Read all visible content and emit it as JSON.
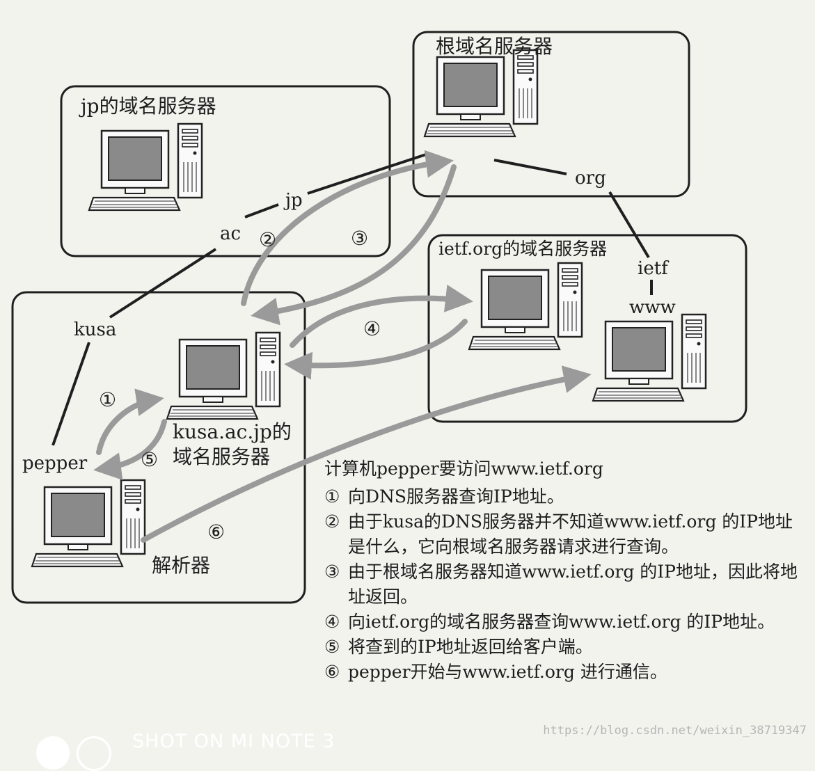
{
  "boxes": {
    "root": "根域名服务器",
    "jp": "jp的域名服务器",
    "ietf": "ietf.org的域名服务器",
    "kusa": "kusa.ac.jp的",
    "kusa_line2": "域名服务器"
  },
  "nodes": {
    "jp": "jp",
    "ac": "ac",
    "kusa": "kusa",
    "pepper": "pepper",
    "org": "org",
    "ietf": "ietf",
    "www": "www",
    "resolver": "解析器"
  },
  "steps": [
    "①",
    "②",
    "③",
    "④",
    "⑤",
    "⑥"
  ],
  "legend": {
    "intro": "计算机pepper要访问www.ietf.org",
    "items": [
      {
        "num": "①",
        "text": "向DNS服务器查询IP地址。"
      },
      {
        "num": "②",
        "text": "由于kusa的DNS服务器并不知道www.ietf.org 的IP地址是什么，它向根域名服务器请求进行查询。"
      },
      {
        "num": "③",
        "text": "由于根域名服务器知道www.ietf.org 的IP地址，因此将地址返回。"
      },
      {
        "num": "④",
        "text": "向ietf.org的域名服务器查询www.ietf.org 的IP地址。"
      },
      {
        "num": "⑤",
        "text": "将查到的IP地址返回给客户端。"
      },
      {
        "num": "⑥",
        "text": "pepper开始与www.ietf.org  进行通信。"
      }
    ]
  },
  "watermark": "https://blog.csdn.net/weixin_38719347",
  "camera_mark": "SHOT ON MI NOTE 3"
}
